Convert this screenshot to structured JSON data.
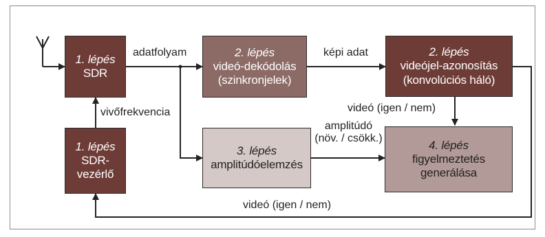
{
  "colors": {
    "dark_box": "#6e3c37",
    "mid_box": "#8c6a65",
    "light_box": "#d5c9c7",
    "pink_box": "#b19a97",
    "line": "#222222"
  },
  "icons": {
    "antenna": "antenna-icon"
  },
  "boxes": {
    "sdr": {
      "step": "1. lépés",
      "line1": "SDR"
    },
    "decode": {
      "step": "2. lépés",
      "line1": "videó-dekódolás",
      "line2": "(szinkronjelek)"
    },
    "identify": {
      "step": "2. lépés",
      "line1": "videójel-azonosítás",
      "line2": "(konvolúciós háló)"
    },
    "controller": {
      "step": "1. lépés",
      "line1": "SDR-",
      "line2": "vezérlő"
    },
    "amplitude": {
      "step": "3. lépés",
      "line1": "amplitúdóelemzés"
    },
    "alert": {
      "step": "4. lépés",
      "line1": "figyelmeztetés",
      "line2": "generálása"
    }
  },
  "labels": {
    "datastream": "adatfolyam",
    "image_data": "képi adat",
    "carrier": "vivőfrekvencia",
    "video_yes_no_1": "videó (igen / nem)",
    "amplitude_1": "amplitúdó",
    "amplitude_2": "(növ. / csökk.)",
    "video_yes_no_2": "videó (igen / nem)"
  }
}
